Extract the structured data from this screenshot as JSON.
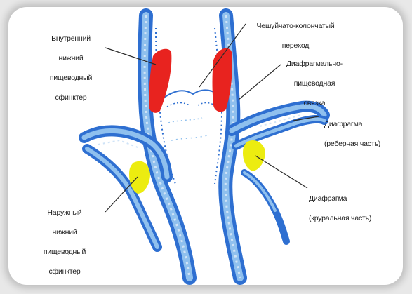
{
  "labels": {
    "internal_sphincter": [
      "Внутренний",
      "нижний",
      "пищеводный",
      "сфинктер"
    ],
    "squamocolumnar": [
      "Чешуйчато-колончатый",
      "переход"
    ],
    "ligament": [
      "Диафрагмально-",
      "пищеводная",
      "связка"
    ],
    "costal": [
      "Диафрагма",
      "(реберная часть)"
    ],
    "external_sphincter": [
      "Наружный",
      "нижний",
      "пищеводный",
      "сфинктер"
    ],
    "crural": [
      "Диафрагма",
      "(круральная часть)"
    ]
  },
  "colors": {
    "wall_blue": "#2e6fd1",
    "wall_light": "#8fc0ee",
    "wall_pale": "#cfe3f7",
    "muscle_red": "#e8231f",
    "muscle_yellow": "#ecec10"
  }
}
